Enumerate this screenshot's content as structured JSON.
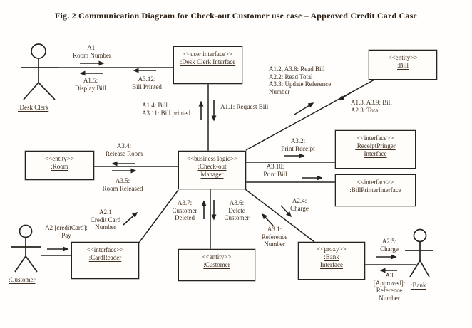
{
  "title": "Fig. 2 Communication Diagram for Check-out Customer use case – Approved Credit Card Case",
  "actors": {
    "deskClerk": ":Desk Clerk",
    "customer": ":Customer",
    "bank": ":Bank"
  },
  "boxes": {
    "deskClerkInterface": {
      "stereotype": "<<user interface>>",
      "names": [
        ":Desk Clerk Interface"
      ]
    },
    "bill": {
      "stereotype": "<<entity>>",
      "names": [
        ":Bill"
      ]
    },
    "room": {
      "stereotype": "<<entity>>",
      "names": [
        ":Room"
      ]
    },
    "checkoutManager": {
      "stereotype": "<<business logic>>",
      "names": [
        ":Check-out",
        "Manager"
      ]
    },
    "receiptPrinterInterface": {
      "stereotype": "<<interface>>",
      "names": [
        ":ReceiptPringer",
        "Interface"
      ]
    },
    "billPrinterInterface": {
      "stereotype": "<<interface>>",
      "names": [
        ":BillPrinterInterface"
      ]
    },
    "cardReader": {
      "stereotype": "<<interface>>",
      "names": [
        ":CardReader"
      ]
    },
    "customerEntity": {
      "stereotype": "<<entity>>",
      "names": [
        ":Customer"
      ]
    },
    "bankInterface": {
      "stereotype": "<<proxy>>",
      "names": [
        ":Bank",
        "Interface"
      ]
    }
  },
  "messages": {
    "a1": [
      "A1:",
      "Room Number"
    ],
    "a15": [
      "A1.5:",
      "Display Bill"
    ],
    "a312": [
      "A3.12:",
      "Bill Printed"
    ],
    "a14_a311": [
      "A1.4: Bill",
      "A3.11: Bill printed"
    ],
    "a11": [
      "A1.1: Request Bill"
    ],
    "readBill": [
      "A1.2, A3.8: Read Bill",
      "A2.2: Read Total",
      "A3.3: Update Reference",
      "Number"
    ],
    "billTotal": [
      "A1.3, A3.9: Bill",
      "A2.3: Total"
    ],
    "a34": [
      "A3.4:",
      "Release Room"
    ],
    "a35": [
      "A3.5:",
      "Room Released"
    ],
    "a32": [
      "A3.2:",
      "Print Receipt"
    ],
    "a310": [
      "A3.10:",
      "Print Bill"
    ],
    "a37": [
      "A3.7:",
      "Customer",
      "Deleted"
    ],
    "a36": [
      "A3.6:",
      "Delete",
      "Customer"
    ],
    "a24": [
      "A2.4:",
      "Charge"
    ],
    "a31": [
      "A3.1:",
      "Reference",
      "Number"
    ],
    "a21": [
      "A2.1",
      "Credit Card",
      "Number"
    ],
    "a2": [
      "A2 [creditCard]:",
      "Pay"
    ],
    "a25": [
      "A2.5:",
      "Charge"
    ],
    "a3": [
      "A3",
      "[Approved]:",
      "Reference",
      "Number"
    ]
  },
  "colors": {
    "ink": "#3d2c1e",
    "line": "#26221f",
    "background": "#fffefc"
  }
}
